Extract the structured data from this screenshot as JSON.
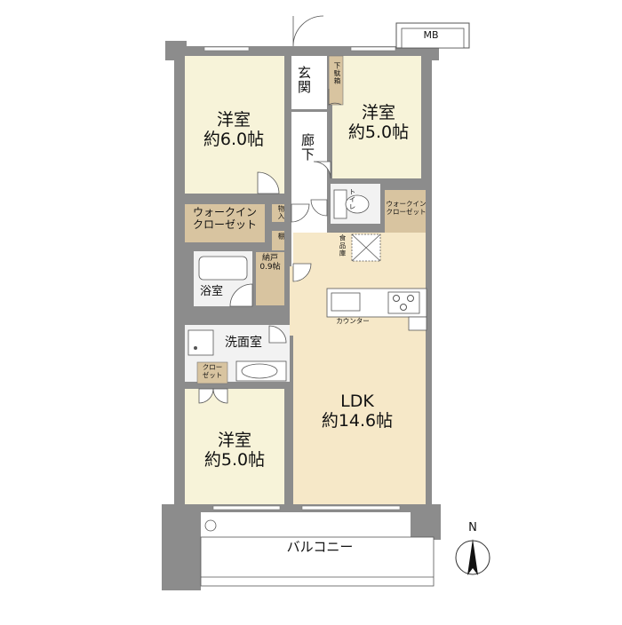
{
  "plan": {
    "rooms": {
      "bedroom_nw": {
        "name": "洋室",
        "size": "約6.0帖"
      },
      "bedroom_ne": {
        "name": "洋室",
        "size": "約5.0帖"
      },
      "bedroom_sw": {
        "name": "洋室",
        "size": "約5.0帖"
      },
      "ldk": {
        "name": "LDK",
        "size": "約14.6帖"
      },
      "entrance": "玄関",
      "shoe_box": "下駄箱",
      "hallway": "廊下",
      "walkin_closet_w": [
        "ウォークイン",
        "クローゼット"
      ],
      "walkin_closet_e": [
        "ウォークイン",
        "クローゼット"
      ],
      "storage_small": "物入",
      "linen": "棚",
      "nando": {
        "name": "納戸",
        "size": "0.9帖"
      },
      "bathroom": "浴室",
      "washroom": "洗面室",
      "closet_sw": [
        "クロー",
        "ゼット"
      ],
      "toilet": "トイレ",
      "pantry": "食品庫",
      "counter": "カウンター",
      "balcony": "バルコニー",
      "meter_box": "MB"
    },
    "compass": "N",
    "colors": {
      "wall": "#8c8c8c",
      "bedroom_floor": "#f7f3d9",
      "ldk_floor": "#f6e8c8",
      "closet_floor": "#d8c4a0",
      "wet_floor": "#f2f2f2",
      "hall_floor": "#ffffff"
    }
  }
}
